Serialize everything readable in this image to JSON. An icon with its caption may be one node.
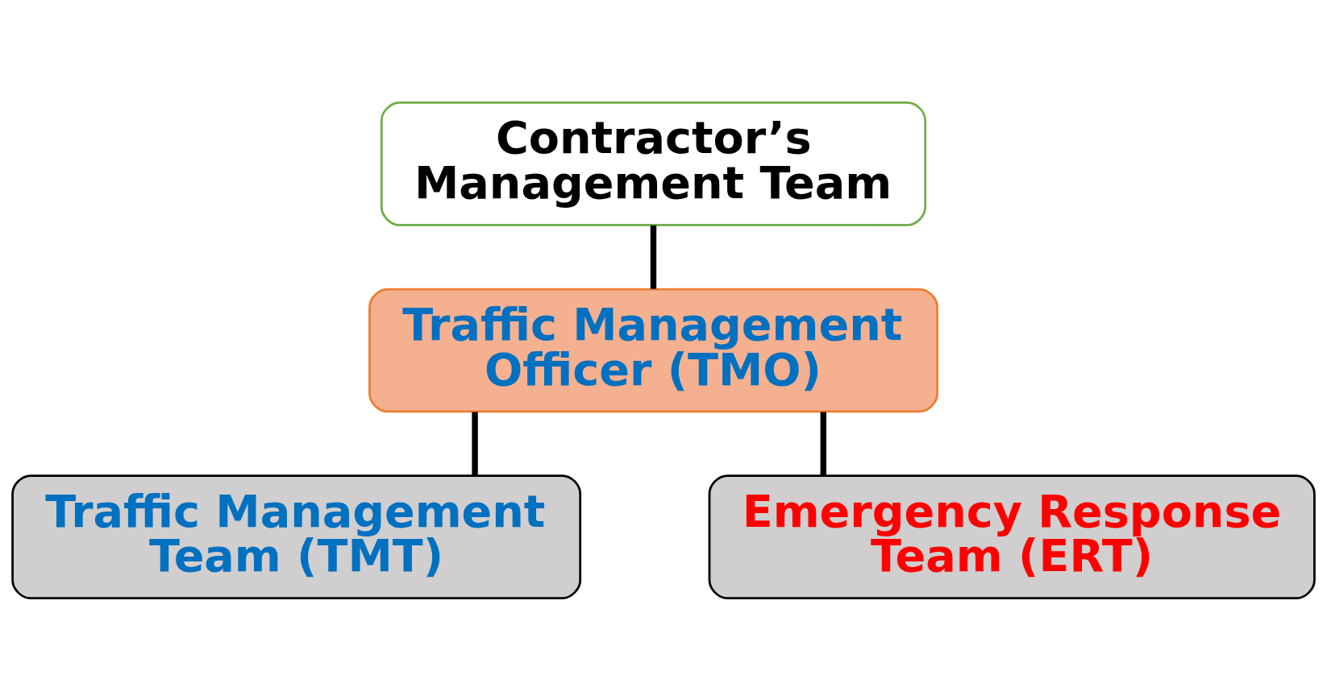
{
  "diagram": {
    "nodes": [
      {
        "text": [
          "Contractor’s Management Team"
        ]
      },
      {
        "text": [
          "Traffic Management Officer (TMO)"
        ]
      },
      {
        "text": [
          "Traffic Management Team (TMT)"
        ]
      },
      {
        "text": [
          "Emergency Response Team (ERT)"
        ]
      }
    ],
    "edges": [
      {
        "from": 0,
        "to": 1,
        "arrow": "none"
      },
      {
        "from": 1,
        "to": 2,
        "arrow": "none"
      },
      {
        "from": 1,
        "to": 3,
        "arrow": "none"
      }
    ]
  }
}
